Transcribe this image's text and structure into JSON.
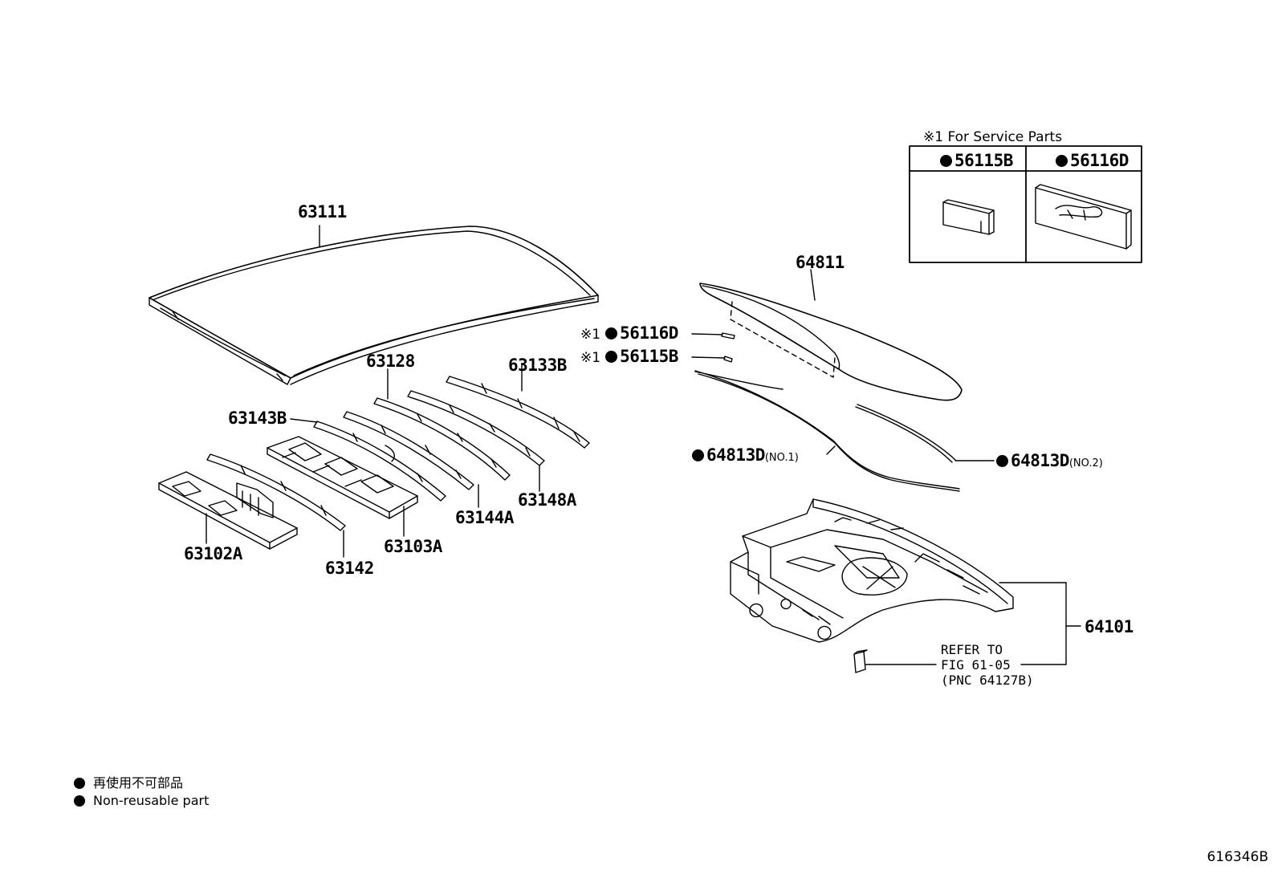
{
  "service_box": {
    "title": "※1 For Service Parts",
    "left_part": "56115B",
    "right_part": "56116D"
  },
  "callouts": {
    "c63111": "63111",
    "c64811": "64811",
    "c63128": "63128",
    "c63133B": "63133B",
    "c63143B": "63143B",
    "c63148A": "63148A",
    "c63144A": "63144A",
    "c63103A": "63103A",
    "c63102A": "63102A",
    "c63142": "63142",
    "c56116D": "56116D",
    "c56115B": "56115B",
    "c64813D_1": "64813D",
    "c64813D_2": "64813D",
    "c64101": "64101"
  },
  "note_marks": {
    "mark1": "※1",
    "mark2": "※1"
  },
  "qualifiers": {
    "no1": "(NO.1)",
    "no2": "(NO.2)"
  },
  "reference": {
    "line1": "REFER TO",
    "line2": "FIG 61-05",
    "line3": "(PNC 64127B)"
  },
  "legend": {
    "japanese": "再使用不可部品",
    "english": "Non-reusable part"
  },
  "figure_id": "616346B"
}
